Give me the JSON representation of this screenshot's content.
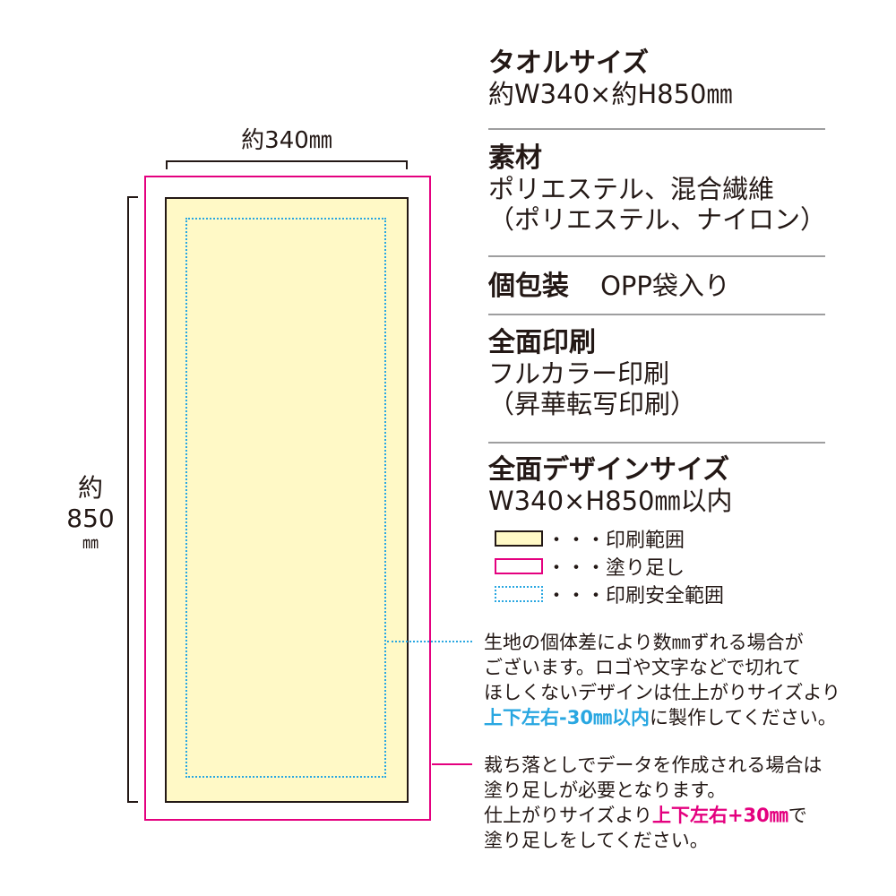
{
  "diagram": {
    "width_label": "約340㎜",
    "height_label_line1": "約",
    "height_label_line2": "850",
    "height_label_unit": "㎜"
  },
  "specs": {
    "towel_size": {
      "heading": "タオルサイズ",
      "value": "約W340×約H850㎜"
    },
    "material": {
      "heading": "素材",
      "value_line1": "ポリエステル、混合繊維",
      "value_line2": "（ポリエステル、ナイロン）"
    },
    "packaging": {
      "heading": "個包装",
      "value": "OPP袋入り"
    },
    "full_print": {
      "heading": "全面印刷",
      "value_line1": "フルカラー印刷",
      "value_line2": "（昇華転写印刷）"
    },
    "design_size": {
      "heading": "全面デザインサイズ",
      "value": "W340×H850㎜以内"
    }
  },
  "legend": [
    {
      "label": "・・・印刷範囲",
      "style": "print-area"
    },
    {
      "label": "・・・塗り足し",
      "style": "bleed"
    },
    {
      "label": "・・・印刷安全範囲",
      "style": "safe-area"
    }
  ],
  "notes": {
    "safe_note": {
      "line1": "生地の個体差により数㎜ずれる場合が",
      "line2": "ございます。ロゴや文字などで切れて",
      "line3": "ほしくないデザインは仕上がりサイズより",
      "highlight": "上下左右-30㎜以内",
      "tail": "に製作してください。"
    },
    "bleed_note": {
      "line1": "裁ち落としでデータを作成される場合は",
      "line2": "塗り足しが必要となります。",
      "line3_pre": "仕上がりサイズより",
      "highlight": "上下左右+30㎜",
      "line3_post": "で",
      "line4": "塗り足しをしてください。"
    }
  },
  "colors": {
    "print_area": "#fff9c6",
    "bleed": "#e4007f",
    "safe_area": "#29a7e1",
    "text": "#231815",
    "separator": "#9e9e9f"
  }
}
